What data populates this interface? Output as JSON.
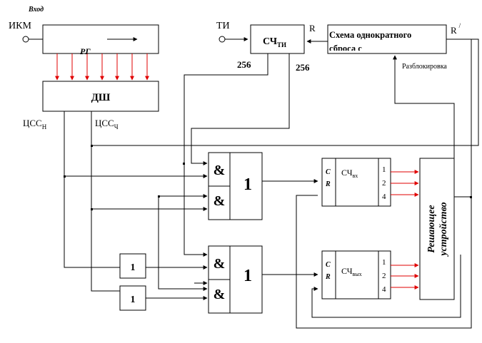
{
  "colors": {
    "line": "#000000",
    "signal": "#e00000",
    "background": "#ffffff"
  },
  "labels": {
    "vhod": "Вход",
    "ikm": "ИКМ",
    "rg": "РГ",
    "dsh": "ДШ",
    "css_n_main": "ЦСС",
    "css_n_sub": "Н",
    "css_ch_main": "ЦСС",
    "css_ch_sub": "Ч",
    "ti": "ТИ",
    "sch_ti_main": "СЧ",
    "sch_ti_sub": "ТИ",
    "count_a": "256",
    "count_b": "256",
    "r": "R",
    "r_prime": "R",
    "prime_mark": "/",
    "reset_line1": "Схема однократного",
    "reset_line2": "сброса с",
    "unlock": "Разблокировка",
    "and_symbol": "&",
    "or_symbol": "1",
    "inv_symbol": "1",
    "c": "C",
    "r_input": "R",
    "sch_in_main": "СЧ",
    "sch_in_sub": "вх",
    "sch_out_main": "СЧ",
    "sch_out_sub": "вых",
    "out1": "1",
    "out2": "2",
    "out4": "4",
    "decision_line1": "Решающее",
    "decision_line2": "устройство"
  }
}
